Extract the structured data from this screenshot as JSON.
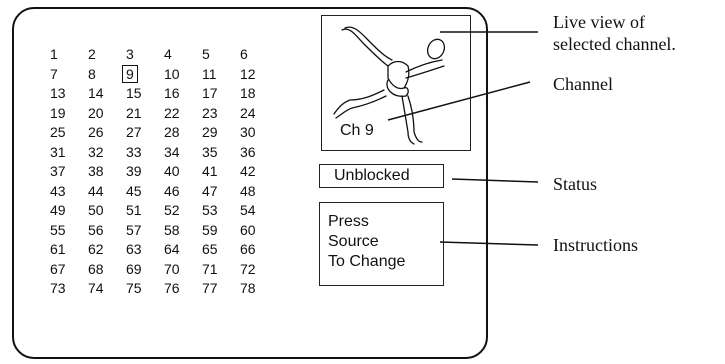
{
  "channel_grid": [
    [
      "1",
      "2",
      "3",
      "4",
      "5",
      "6"
    ],
    [
      "7",
      "8",
      "9",
      "10",
      "11",
      "12"
    ],
    [
      "13",
      "14",
      "15",
      "16",
      "17",
      "18"
    ],
    [
      "19",
      "20",
      "21",
      "22",
      "23",
      "24"
    ],
    [
      "25",
      "26",
      "27",
      "28",
      "29",
      "30"
    ],
    [
      "31",
      "32",
      "33",
      "34",
      "35",
      "36"
    ],
    [
      "37",
      "38",
      "39",
      "40",
      "41",
      "42"
    ],
    [
      "43",
      "44",
      "45",
      "46",
      "47",
      "48"
    ],
    [
      "49",
      "50",
      "51",
      "52",
      "53",
      "54"
    ],
    [
      "55",
      "56",
      "57",
      "58",
      "59",
      "60"
    ],
    [
      "61",
      "62",
      "63",
      "64",
      "65",
      "66"
    ],
    [
      "67",
      "68",
      "69",
      "70",
      "71",
      "72"
    ],
    [
      "73",
      "74",
      "75",
      "76",
      "77",
      "78"
    ]
  ],
  "selected_channel": "9",
  "live_view": {
    "channel_label": "Ch 9"
  },
  "status_box": {
    "text": "Unblocked"
  },
  "instructions_box": {
    "lines": [
      "Press",
      "Source",
      "To Change"
    ]
  },
  "callouts": {
    "live_view_line1": "Live view of",
    "live_view_line2": "selected channel.",
    "channel": "Channel",
    "status": "Status",
    "instructions": "Instructions"
  }
}
